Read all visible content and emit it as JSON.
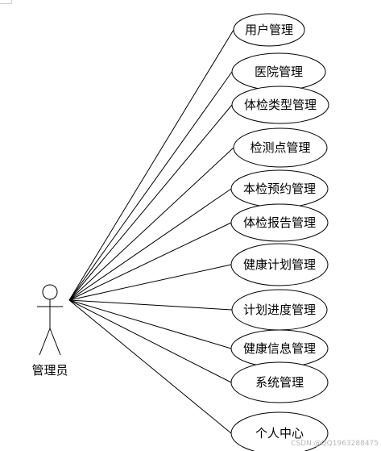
{
  "actor": {
    "label": "管理员"
  },
  "use_cases": [
    {
      "label": "用户管理"
    },
    {
      "label": "医院管理"
    },
    {
      "label": "体检类型管理"
    },
    {
      "label": "检测点管理"
    },
    {
      "label": "本检预约管理"
    },
    {
      "label": "体检报告管理"
    },
    {
      "label": "健康计划管理"
    },
    {
      "label": "计划进度管理"
    },
    {
      "label": "健康信息管理"
    },
    {
      "label": "系统管理"
    },
    {
      "label": "个人中心"
    }
  ],
  "watermark": "CSDN @QQ1963288475",
  "colors": {
    "stroke": "#000000",
    "background": "#ffffff",
    "watermark": "#b8b8b8"
  }
}
